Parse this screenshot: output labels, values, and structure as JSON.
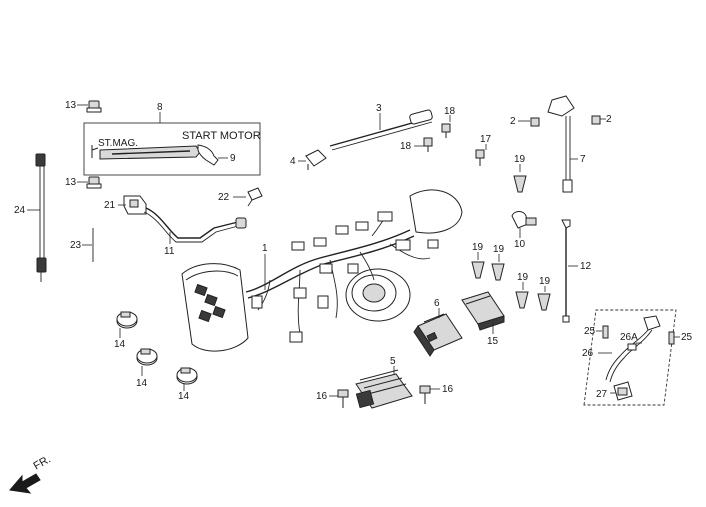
{
  "callouts": {
    "c1": "1",
    "c2a": "2",
    "c2b": "2",
    "c3": "3",
    "c4": "4",
    "c5": "5",
    "c6": "6",
    "c7": "7",
    "c8": "8",
    "c9": "9",
    "c10": "10",
    "c11": "11",
    "c12": "12",
    "c13a": "13",
    "c13b": "13",
    "c14a": "14",
    "c14b": "14",
    "c14c": "14",
    "c15": "15",
    "c16a": "16",
    "c16b": "16",
    "c17": "17",
    "c18a": "18",
    "c18b": "18",
    "c19a": "19",
    "c19b": "19",
    "c19c": "19",
    "c19d": "19",
    "c19e": "19",
    "c21": "21",
    "c22": "22",
    "c23": "23",
    "c24": "24",
    "c25a": "25",
    "c25b": "25",
    "c26": "26",
    "c26a": "26A",
    "c27": "27"
  },
  "labels": {
    "st_mag": "ST.MAG.",
    "start_motor": "START MOTOR",
    "front": "FR."
  }
}
